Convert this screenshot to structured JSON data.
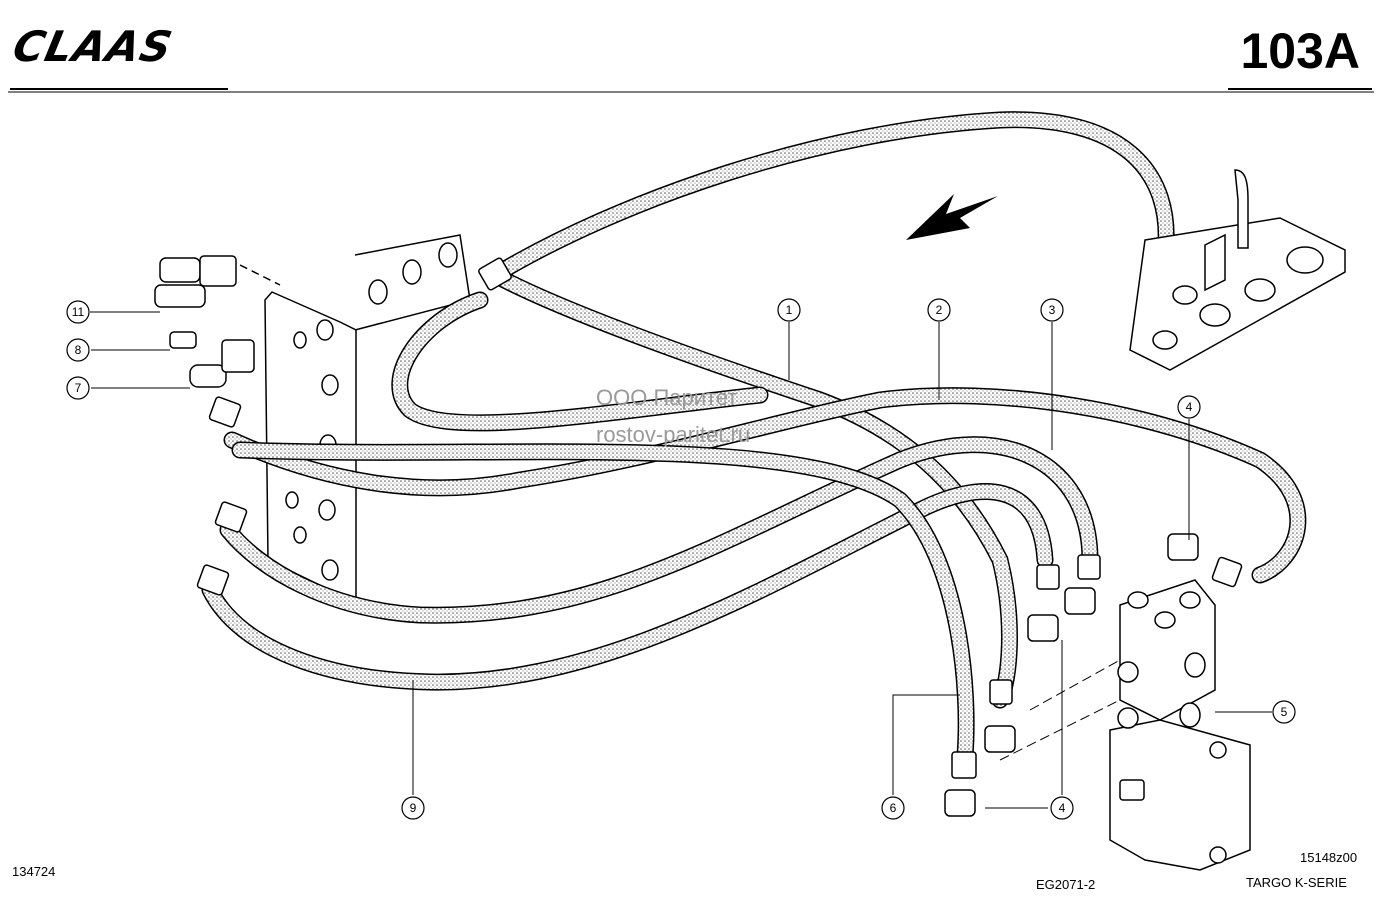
{
  "header": {
    "brand": "CLAAS",
    "plate_number": "103A"
  },
  "watermark": {
    "line1": "ООО Паритет",
    "line2": "rostov-paritet.ru"
  },
  "callouts": [
    "1",
    "2",
    "3",
    "4",
    "4",
    "5",
    "6",
    "7",
    "8",
    "9",
    "11"
  ],
  "footer": {
    "left_code": "134724",
    "drawing_code": "15148z00",
    "center_code": "EG2071-2",
    "series": "TARGO K-SERIE"
  }
}
